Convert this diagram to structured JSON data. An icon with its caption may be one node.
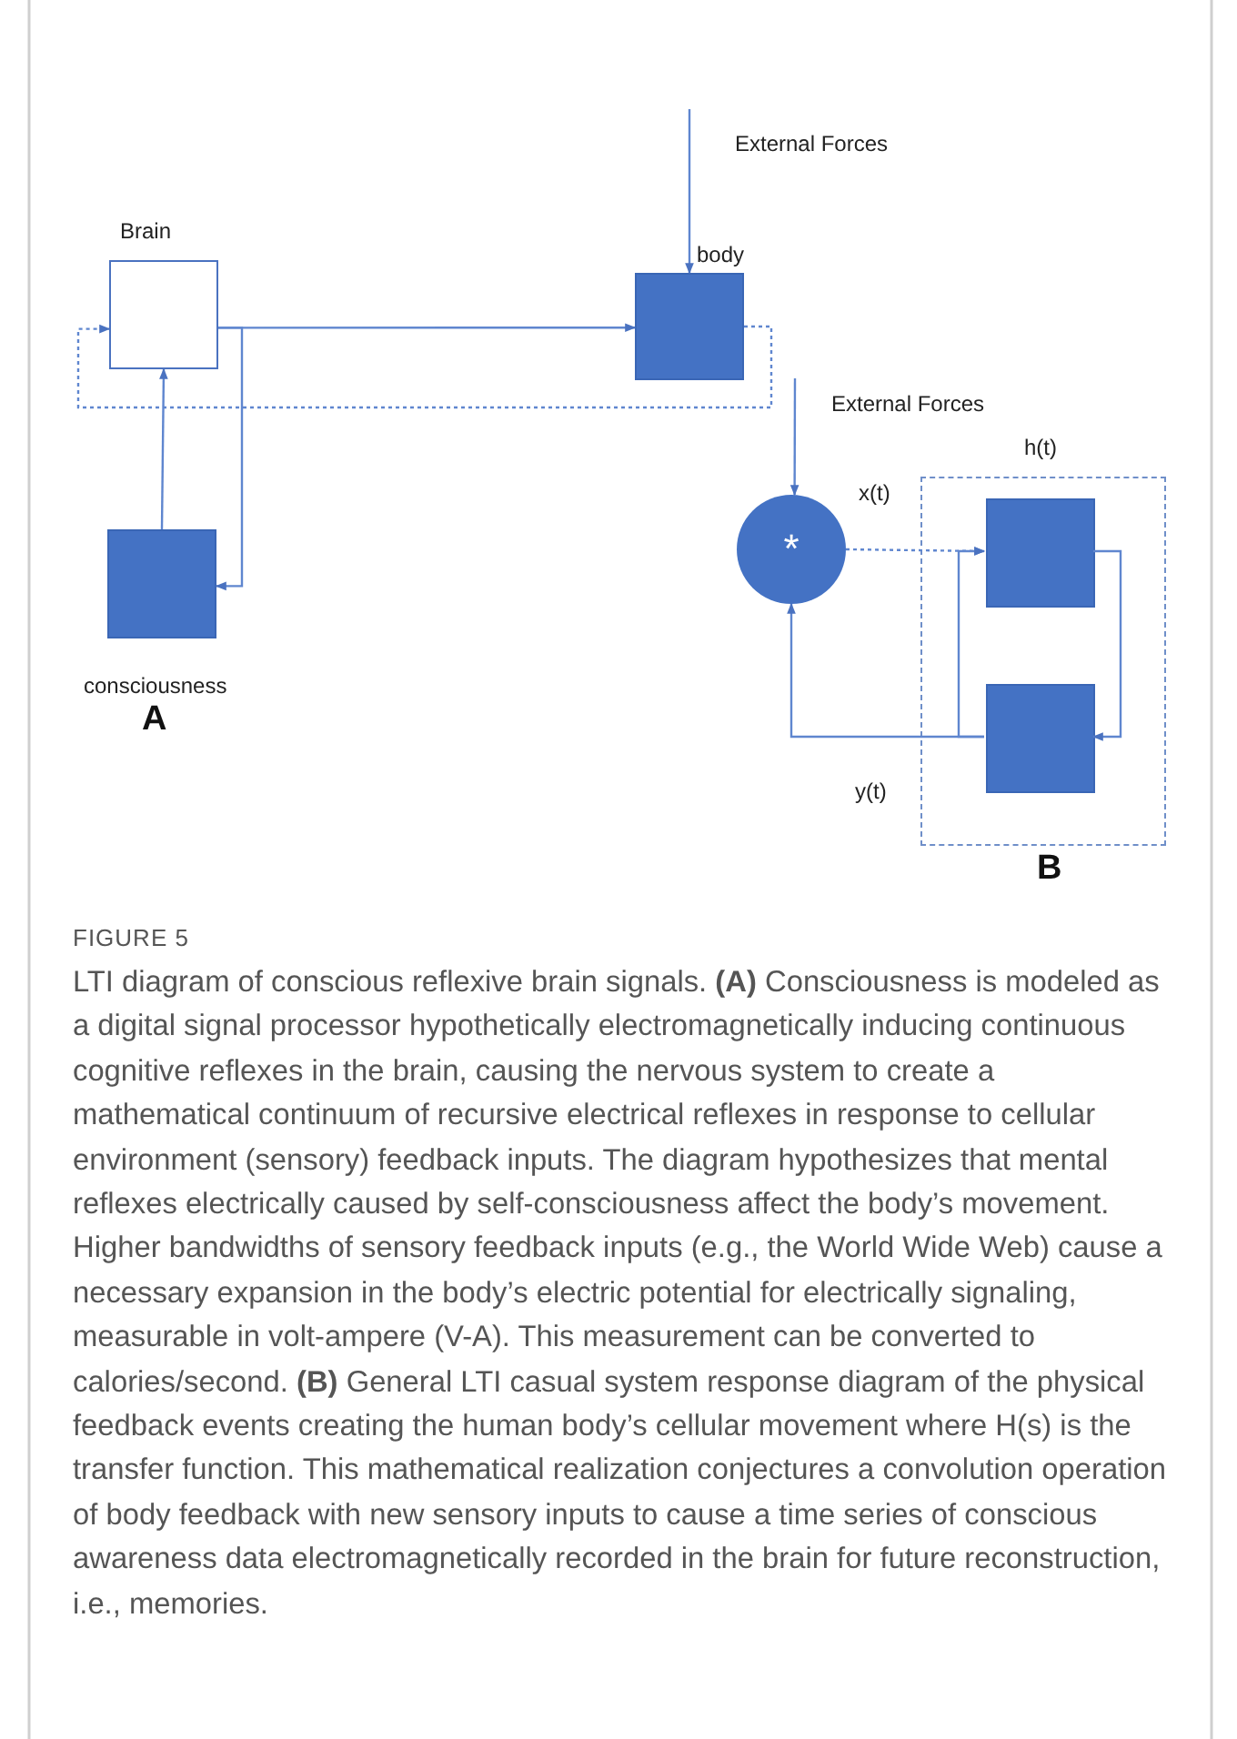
{
  "diagram": {
    "title": "FIGURE 5",
    "caption": "LTI diagram of conscious reflexive brain signals. **(A)** Consciousness is modeled as a digital signal processor hypothetically electromagnetically inducing continuous cognitive reflexes in the brain, causing the nervous system to create a mathematical continuum of recursive electrical reflexes in response to cellular environment (sensory) feedback inputs. The diagram hypothesizes that mental reflexes electrically caused by self-consciousness affect the body’s movement. Higher bandwidths of sensory feedback inputs (e.g., the World Wide Web) cause a necessary expansion in the body’s electric potential for electrically signaling, measurable in volt-ampere (V-A). This measurement can be converted to calories/second. **(B)** General LTI casual system response diagram of the physical feedback events creating the human body’s cellular movement where H(s) is the transfer function. This mathematical realization conjectures a convolution operation of body feedback with new sensory inputs to cause a time series of conscious awareness data electromagnetically recorded in the brain for future reconstruction, i.e., memories.",
    "nodes": [
      {
        "text": [
          "Brain"
        ]
      },
      {
        "text": [
          "consciousness"
        ]
      },
      {
        "text": [
          "body"
        ]
      },
      {
        "text": [
          "*"
        ]
      },
      {
        "text": [
          "h(t)"
        ]
      },
      {
        "text": [],
        "shape": "box",
        "in": 4
      },
      {
        "text": [],
        "shape": "box",
        "in": 4
      }
    ],
    "edges": [
      {
        "from": 0,
        "to": 2,
        "arrow": "to"
      },
      {
        "from": 0,
        "to": 1,
        "arrow": "to"
      },
      {
        "from": 1,
        "to": 0,
        "arrow": "to"
      },
      {
        "from": 2,
        "to": 0,
        "arrow": "to",
        "style": "dashed"
      },
      {
        "from": null,
        "to": 2,
        "arrow": "to",
        "label": "External Forces"
      },
      {
        "from": null,
        "to": 3,
        "arrow": "to",
        "label": "External Forces"
      },
      {
        "from": 3,
        "to": 5,
        "arrow": "to",
        "style": "dashed",
        "label": "x(t)"
      },
      {
        "from": 5,
        "to": 6,
        "arrow": "to"
      },
      {
        "from": 6,
        "to": 3,
        "arrow": "to",
        "label": "y(t)"
      },
      {
        "from": 6,
        "to": 5,
        "arrow": "to"
      }
    ],
    "labels": [
      "A",
      "B"
    ]
  }
}
